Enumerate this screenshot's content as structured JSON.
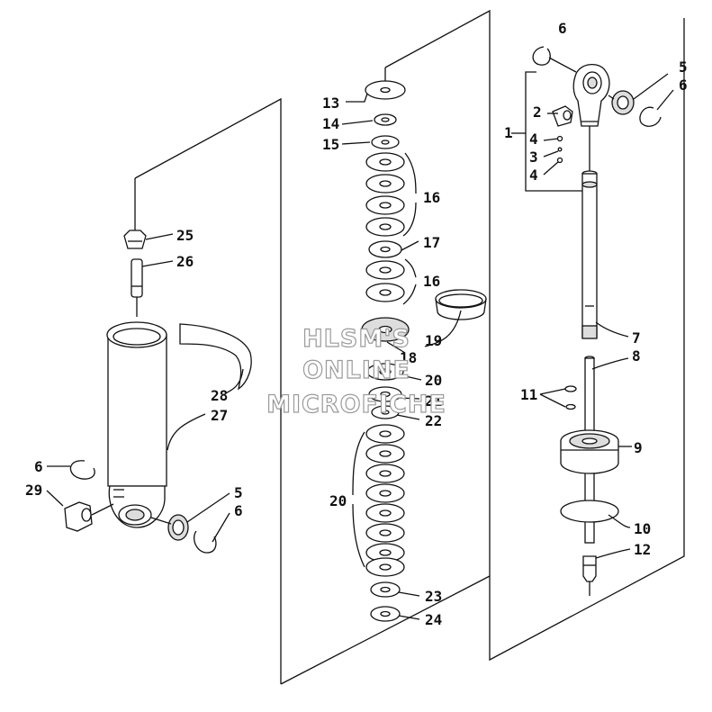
{
  "callouts": {
    "c1": "1",
    "c2": "2",
    "c3": "3",
    "c4a": "4",
    "c4b": "4",
    "c5a": "5",
    "c6a": "6",
    "c6b": "6",
    "c7": "7",
    "c8": "8",
    "c9": "9",
    "c10": "10",
    "c11": "11",
    "c12": "12",
    "c13": "13",
    "c14": "14",
    "c15": "15",
    "c16a": "16",
    "c16b": "16",
    "c17": "17",
    "c18": "18",
    "c19": "19",
    "c20a": "20",
    "c20b": "20",
    "c21": "21",
    "c22": "22",
    "c23": "23",
    "c24": "24",
    "c25": "25",
    "c26": "26",
    "c27": "27",
    "c28": "28",
    "c29": "29",
    "c6c": "6",
    "c5b": "5",
    "c6d": "6"
  },
  "watermark": {
    "line1": "HLSM'S",
    "line2": "ONLINE",
    "line3": "MICROFICHE"
  }
}
